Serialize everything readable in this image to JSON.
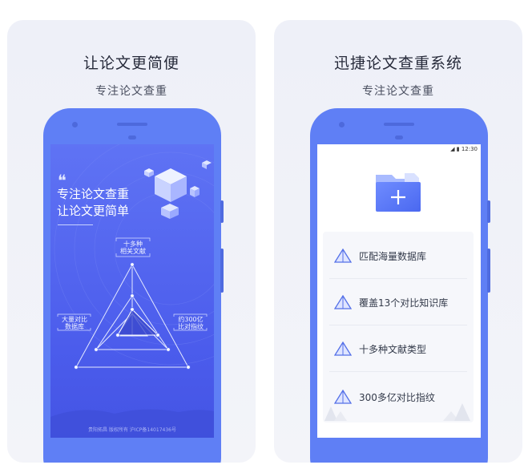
{
  "left_card": {
    "title": "让论文更简便",
    "subtitle": "专注论文查重",
    "screen": {
      "quote_mark": "❝",
      "headline_line1": "专注论文查重",
      "headline_line2": "让论文更简单",
      "labels": [
        {
          "line1": "十多种",
          "line2": "相关文献"
        },
        {
          "line1": "大量对比",
          "line2": "数据库"
        },
        {
          "line1": "约300亿",
          "line2": "比对指纹"
        }
      ],
      "footer": "贵阳拓昌 版权所有 沪ICP备14017436号"
    }
  },
  "right_card": {
    "title": "迅捷论文查重系统",
    "subtitle": "专注论文查重",
    "screen": {
      "time": "12:30",
      "features": [
        {
          "icon": "triangle-icon",
          "label": "匹配海量数据库"
        },
        {
          "icon": "triangle-icon",
          "label": "覆盖13个对比知识库"
        },
        {
          "icon": "triangle-icon",
          "label": "十多种文献类型"
        },
        {
          "icon": "triangle-icon",
          "label": "300多亿对比指纹"
        }
      ]
    }
  },
  "colors": {
    "phone": "#5f7ff5",
    "screen_blue": "#4b5cec",
    "accent_triangle": "#5470e8"
  }
}
